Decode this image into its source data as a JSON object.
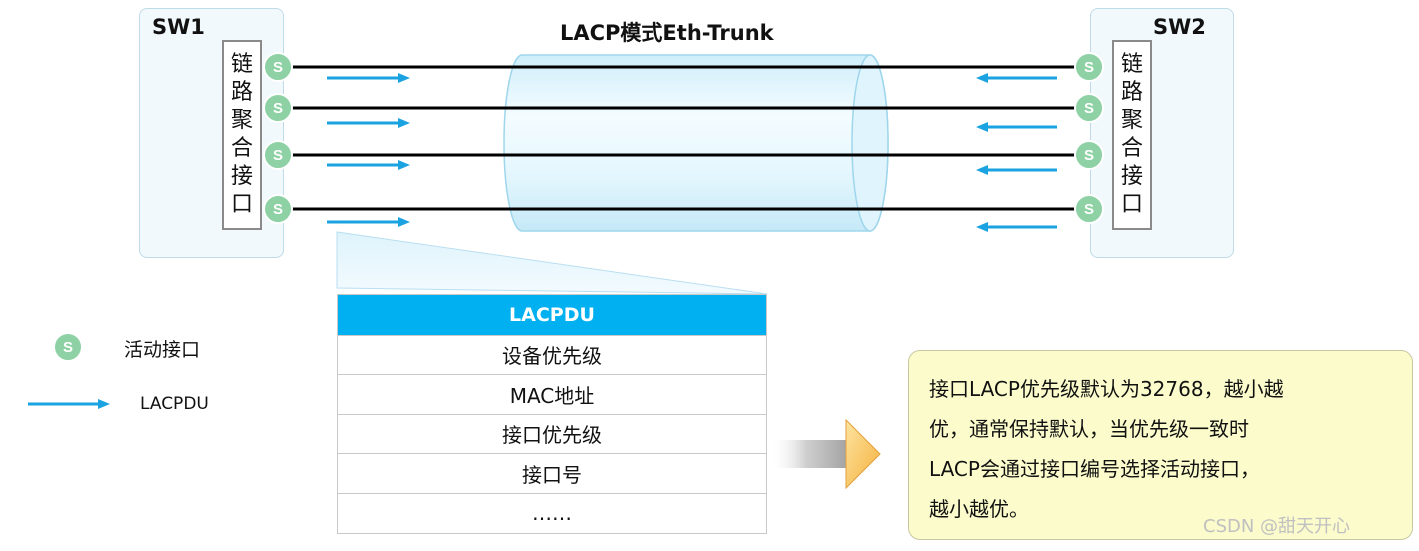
{
  "diagram": {
    "title": "LACP模式Eth-Trunk",
    "sw1": {
      "label": "SW1",
      "port_group_label": [
        "链",
        "路",
        "聚",
        "合",
        "接",
        "口"
      ]
    },
    "sw2": {
      "label": "SW2",
      "port_group_label": [
        "链",
        "路",
        "聚",
        "合",
        "接",
        "口"
      ]
    },
    "port_symbol": "S",
    "links": 4,
    "link_color": "#000000",
    "arrow_color": "#1aa3e0",
    "port_color": "#8ed1a4",
    "lacpdu_table": {
      "header": "LACPDU",
      "rows": [
        "设备优先级",
        "MAC地址",
        "接口优先级",
        "接口号",
        "……"
      ]
    },
    "note": {
      "lines": [
        "接口LACP优先级默认为32768，越小越",
        "优，通常保持默认，当优先级一致时",
        "LACP会通过接口编号选择活动接口，",
        "越小越优。"
      ]
    },
    "legend": {
      "active_port_symbol": "S",
      "active_port_label": "活动接口",
      "arrow_label": "LACPDU"
    },
    "watermark": "CSDN @甜天开心"
  }
}
